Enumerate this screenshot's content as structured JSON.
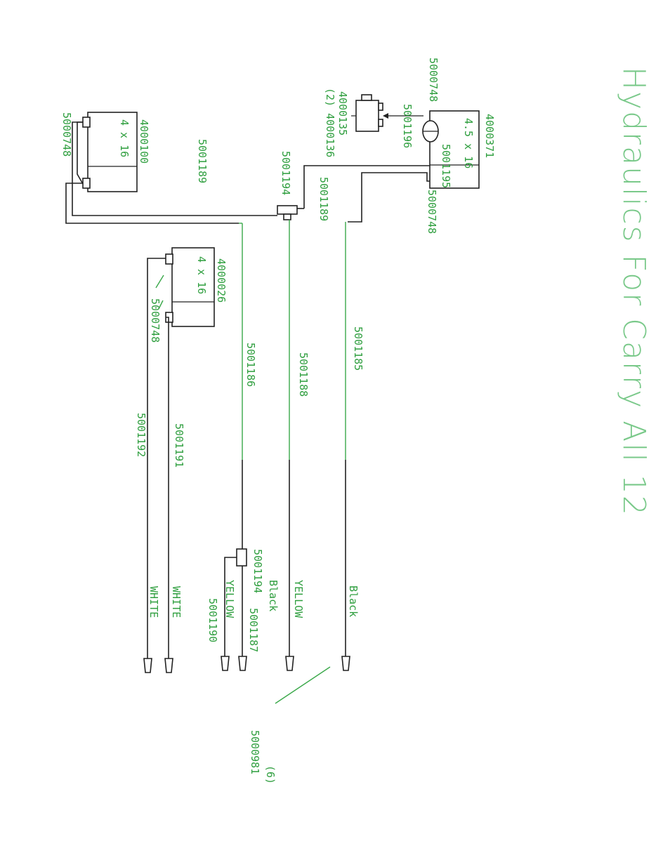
{
  "title": "Hydraulics For Carry All 12",
  "cylinders": [
    {
      "part": "4000371",
      "size": "4.5 x 16"
    },
    {
      "part": "4000100",
      "size": "4 x 16"
    },
    {
      "part": "4000026",
      "size": "4 x 16"
    }
  ],
  "valve": {
    "part_a": "4000135",
    "part_b": "(2) 4000136"
  },
  "labels": {
    "l_5000748_top": "5000748",
    "l_5001196": "5001196",
    "l_5001195": "5001195",
    "l_5000748_right": "5000748",
    "l_5000748_left": "5000748",
    "l_5001189_a": "5001189",
    "l_5001194_a": "5001194",
    "l_5001189_b": "5001189",
    "l_5000748_mid": "5000748",
    "l_5001186": "5001186",
    "l_5001188": "5001188",
    "l_5001185": "5001185",
    "l_5001192": "5001192",
    "l_5001191": "5001191",
    "l_5001194_b": "5001194",
    "l_5001187": "5001187",
    "l_5001190": "5001190",
    "l_5000981": "5000981",
    "l_6": "(6)"
  },
  "hose_colors": {
    "white1": "WHITE",
    "white2": "WHITE",
    "yellow_small": "YELLOW",
    "black_small": "Black",
    "yellow": "YELLOW",
    "black": "Black"
  },
  "colors": {
    "ink": "#222222",
    "green": "#2e9e3e"
  }
}
